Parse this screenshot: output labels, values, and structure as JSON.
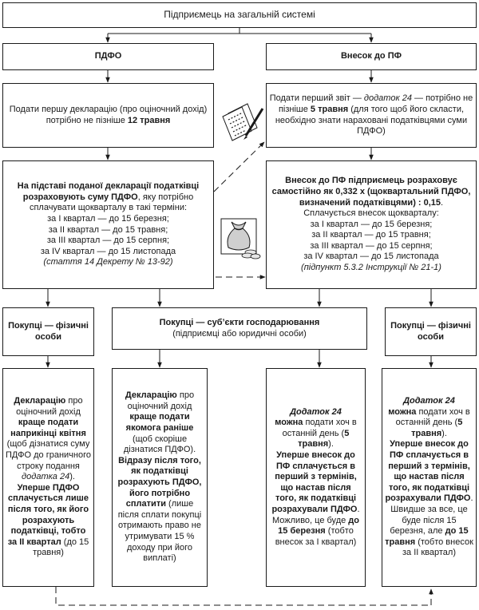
{
  "root": {
    "title": "Підприємець на загальній системі"
  },
  "left_header": "ПДФО",
  "right_header": "Внесок до ПФ",
  "left_decl": {
    "a": "Подати першу декларацію (про оціночний дохід) потрібно не пізніше ",
    "b": "12 травня"
  },
  "right_report": {
    "a": "Подати перший звіт — ",
    "b": "додаток 24",
    "c": " — потрібно не пізніше ",
    "d": "5 травня",
    "e": " (для того щоб його скласти, необхідно знати нараховані податківцями суми ПДФО)"
  },
  "left_calc": {
    "head": "На підставі поданої декларації податківці розраховують суму ПДФО",
    "rest": ", яку потрібно сплачувати щокварталу в такі терміни:",
    "q1": "за I квартал — до 15 березня;",
    "q2": "за II квартал — до 15 травня;",
    "q3": "за III квартал — до 15 серпня;",
    "q4": "за IV квартал — до 15 листопада",
    "ref": "(стаття 14 Декрету № 13-92)"
  },
  "right_calc": {
    "head": "Внесок до ПФ підприємець розраховує самостійно як 0,332 х (щоквартальний ПДФО, визначений податківцями) : 0,15",
    "dot": ".",
    "line": "Сплачується внесок щокварталу:",
    "q1": "за I квартал — до 15 березня;",
    "q2": "за II квартал — до 15 травня;",
    "q3": "за III квартал — до 15 серпня;",
    "q4": "за IV квартал — до 15 листопада",
    "ref": "(підпункт 5.3.2 Інструкції № 21-1)"
  },
  "buyers_left": "Покупці — фізичні особи",
  "buyers_mid": {
    "title": "Покупці — суб’єкти господарювання",
    "sub": "(підприємці або юридичні особи)"
  },
  "buyers_right": "Покупці — фізичні особи",
  "col1": {
    "a": "Декларацію",
    "b": " про оціночний дохід ",
    "c": "краще подати наприкінці квітня",
    "d": " (щоб дізнатися суму ПДФО до граничного строку подання ",
    "e": "додатка 24",
    "f": ").",
    "g": "Уперше ПДФО сплачується лише після того, як його розрахують податківці, тобто за II квартал",
    "h": " (до 15 травня)"
  },
  "col2": {
    "a": "Декларацію",
    "b": " про оціночний дохід ",
    "c": "краще подати якомога раніше",
    "d": " (щоб скоріше дізнатися ПДФО).",
    "e": "Відразу після того, як податківці розрахують ПДФО, його потрібно сплатити",
    "f": " (лише після сплати покупці отримають право не утримувати 15 % доходу при його виплаті)"
  },
  "col3": {
    "a": "Додаток 24",
    "b": "можна",
    "c": " подати хоч в останній день ",
    "d": "(",
    "e": "5 травня",
    "f": ").",
    "g": "Уперше внесок до ПФ сплачується в перший з термінів, що настав після того, як податківці розрахували ПДФО",
    "h": ". Можливо, це буде ",
    "i": "до 15 березня",
    "j": " (тобто внесок за I квартал)"
  },
  "col4": {
    "a": "Додаток 24",
    "b": "можна",
    "c": " подати хоч в останній день ",
    "d": "(",
    "e": "5 травня",
    "f": ").",
    "g": "Уперше внесок до ПФ сплачується в перший з термінів, що настав після того, як податківці розрахували ПДФО",
    "h": ". Швидше за все, це буде після 15 березня, але ",
    "i": "до 15 травня",
    "j": " (тобто внесок за II квартал)"
  }
}
